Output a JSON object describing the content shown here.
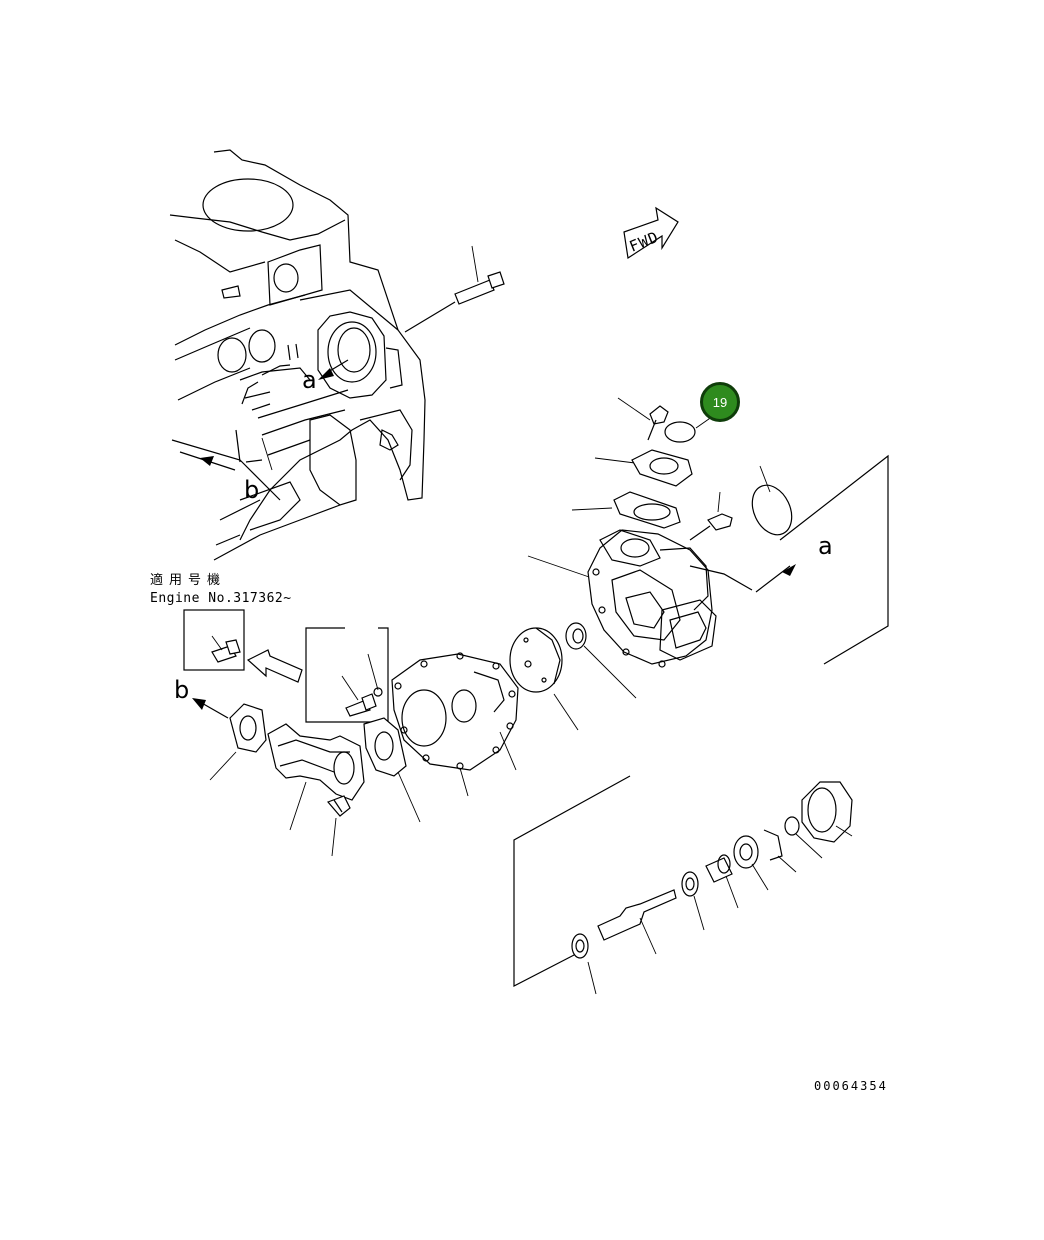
{
  "applicability": {
    "title": "適用号機",
    "engine_range": "Engine No.317362~"
  },
  "reference_letters": {
    "a_top": "a",
    "a_right": "a",
    "b_top": "b",
    "b_left": "b"
  },
  "fwd_label": "FWD",
  "callout": {
    "number": "19",
    "color": "#2e8b1e",
    "border_color": "#0f3d0a"
  },
  "drawing_number": "00064354"
}
